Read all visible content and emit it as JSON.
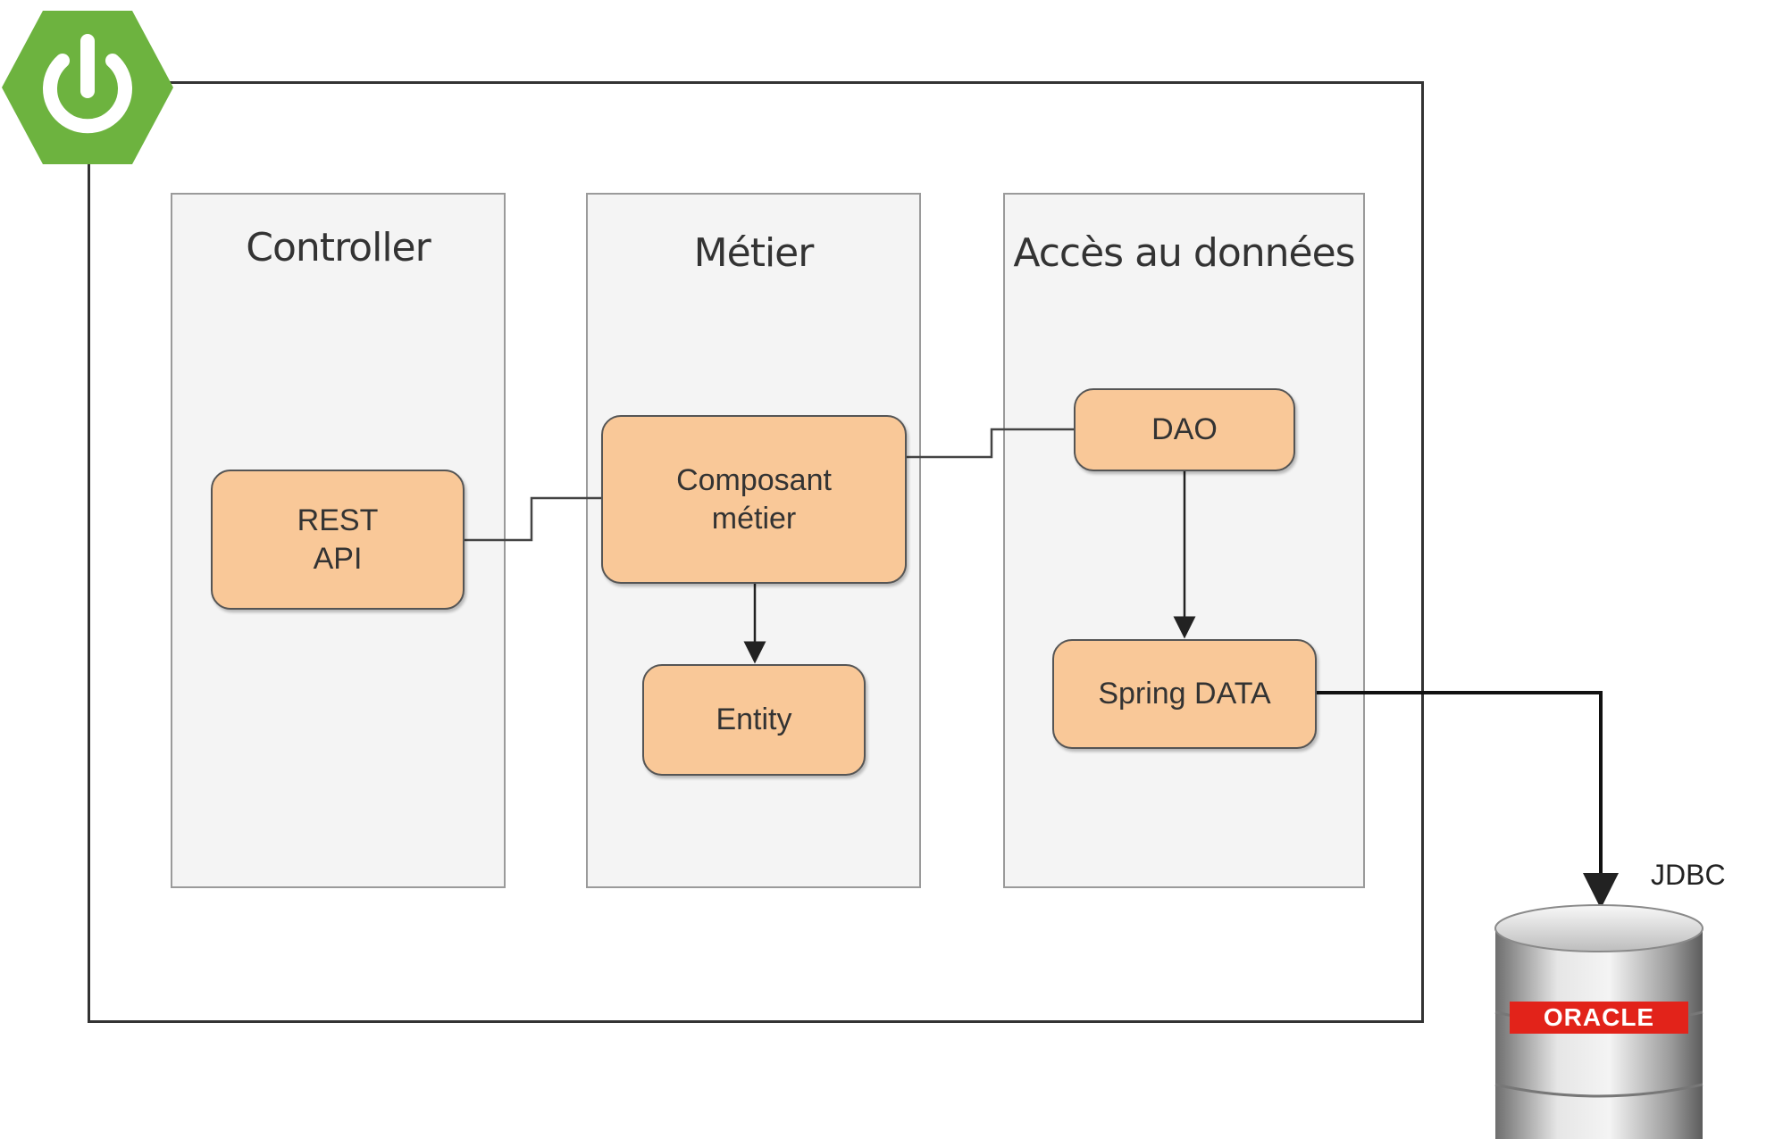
{
  "layers": {
    "controller": "Controller",
    "metier": "Métier",
    "acces": "Accès au données"
  },
  "components": {
    "rest_api": "REST\nAPI",
    "composant_metier": "Composant\nmétier",
    "entity": "Entity",
    "dao": "DAO",
    "spring_data": "Spring DATA"
  },
  "connection_label": "JDBC",
  "database_brand": "ORACLE",
  "icons": {
    "spring_logo": "power-icon",
    "database": "database-cylinder-icon"
  },
  "colors": {
    "component_fill": "#f9c898",
    "layer_fill": "#f4f4f4",
    "spring_green": "#6db33f",
    "oracle_red": "#e2231a"
  }
}
